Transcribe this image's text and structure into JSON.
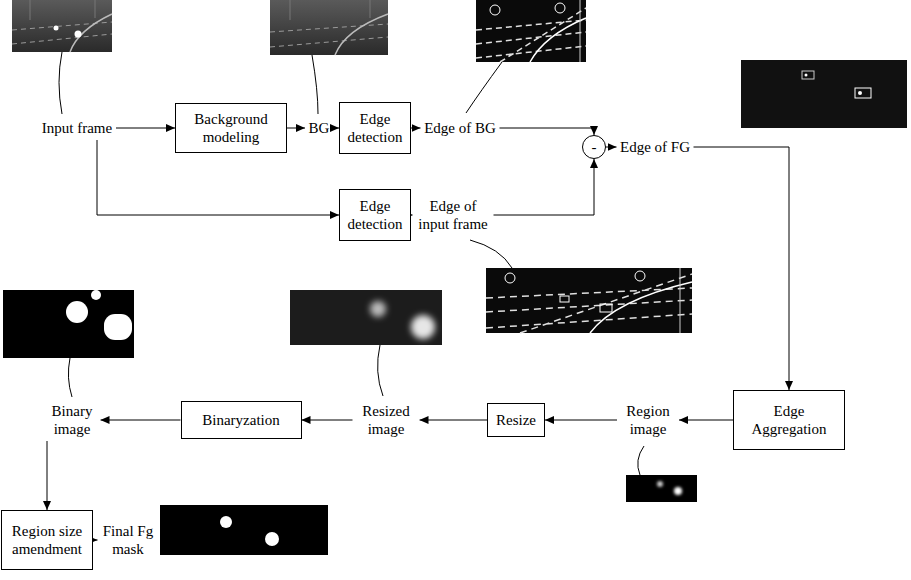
{
  "diagram": {
    "nodes": [
      {
        "text": [
          "Input frame"
        ]
      },
      {
        "text": [
          "Background modeling"
        ]
      },
      {
        "text": [
          "BG"
        ]
      },
      {
        "text": [
          "Edge detection"
        ]
      },
      {
        "text": [
          "Edge of BG"
        ]
      },
      {
        "text": [
          "Edge detection"
        ]
      },
      {
        "text": [
          "Edge of input frame"
        ]
      },
      {
        "text": [
          "-"
        ]
      },
      {
        "text": [
          "Edge of FG"
        ]
      },
      {
        "text": [
          "Edge Aggregation"
        ]
      },
      {
        "text": [
          "Region image"
        ]
      },
      {
        "text": [
          "Resize"
        ]
      },
      {
        "text": [
          "Resized image"
        ]
      },
      {
        "text": [
          "Binaryzation"
        ]
      },
      {
        "text": [
          "Binary image"
        ]
      },
      {
        "text": [
          "Region size amendment"
        ]
      },
      {
        "text": [
          "Final Fg mask"
        ]
      }
    ],
    "edges": [
      {
        "from": 0,
        "to": 1,
        "arrow": "to"
      },
      {
        "from": 1,
        "to": 2,
        "arrow": "to"
      },
      {
        "from": 2,
        "to": 3,
        "arrow": "to"
      },
      {
        "from": 3,
        "to": 4,
        "arrow": "to"
      },
      {
        "from": 0,
        "to": 5,
        "arrow": "to"
      },
      {
        "from": 5,
        "to": 6,
        "arrow": "to"
      },
      {
        "from": 4,
        "to": 7,
        "arrow": "to"
      },
      {
        "from": 6,
        "to": 7,
        "arrow": "to"
      },
      {
        "from": 7,
        "to": 8,
        "arrow": "to"
      },
      {
        "from": 8,
        "to": 9,
        "arrow": "to"
      },
      {
        "from": 9,
        "to": 10,
        "arrow": "to"
      },
      {
        "from": 10,
        "to": 11,
        "arrow": "to"
      },
      {
        "from": 11,
        "to": 12,
        "arrow": "to"
      },
      {
        "from": 12,
        "to": 13,
        "arrow": "to"
      },
      {
        "from": 13,
        "to": 14,
        "arrow": "to"
      },
      {
        "from": 14,
        "to": 15,
        "arrow": "to"
      },
      {
        "from": 15,
        "to": 16,
        "arrow": "to"
      }
    ]
  }
}
